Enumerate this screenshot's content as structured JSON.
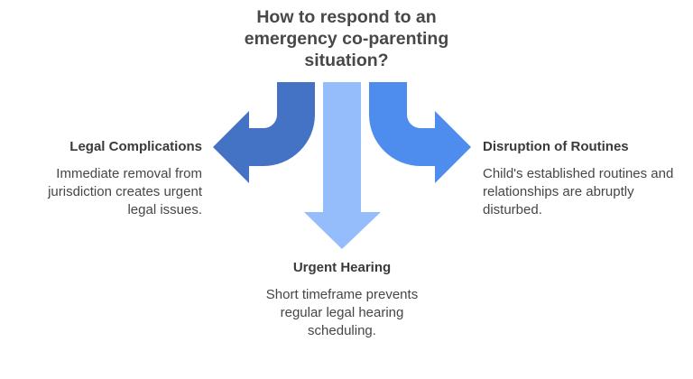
{
  "title": "How to respond to an emergency co-parenting situation?",
  "colors": {
    "left_arrow": "#4472c4",
    "center_arrow": "#95bdfc",
    "right_arrow": "#4e8ded",
    "heading_text": "#3a3a3a",
    "body_text": "#464646"
  },
  "branches": [
    {
      "heading": "Legal Complications",
      "description": "Immediate removal from jurisdiction creates urgent legal issues.",
      "arrow_direction": "left",
      "icon": "curved-arrow-left-icon"
    },
    {
      "heading": "Urgent Hearing",
      "description": "Short timeframe prevents regular legal hearing scheduling.",
      "arrow_direction": "down",
      "icon": "arrow-down-icon"
    },
    {
      "heading": "Disruption of Routines",
      "description": "Child's established routines and relationships are abruptly disturbed.",
      "arrow_direction": "right",
      "icon": "curved-arrow-right-icon"
    }
  ]
}
